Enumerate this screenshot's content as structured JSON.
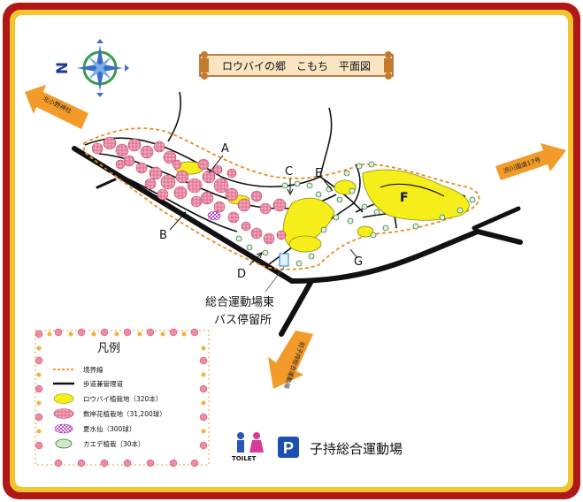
{
  "title": "ロウバイの郷　こもち　平面図",
  "compass": {
    "letter": "N"
  },
  "arrows": {
    "top_left": "北小野神社",
    "right": "渋川国道17号",
    "bottom": "前子持総合運動場"
  },
  "area_labels": [
    "A",
    "B",
    "C",
    "D",
    "E",
    "F",
    "G"
  ],
  "bus_stop": {
    "line1": "総合運動場東",
    "line2": "バス停留所"
  },
  "legend": {
    "title": "凡例",
    "items": [
      {
        "label": "境界線",
        "symbol": "dashed-orange-line"
      },
      {
        "label": "歩道兼管理道",
        "symbol": "black-line"
      },
      {
        "label": "ロウバイ植栽地（320本）",
        "symbol": "yellow-ellipse"
      },
      {
        "label": "数岸花植栽地（31,200球）",
        "symbol": "pink-ellipse"
      },
      {
        "label": "夏水仙（300球）",
        "symbol": "purple-checker-ellipse"
      },
      {
        "label": "カエデ植栽（30本）",
        "symbol": "green-circle"
      }
    ]
  },
  "facilities": {
    "toilet": "TOILET",
    "parking": "P",
    "name": "子持総合運動場"
  },
  "colors": {
    "frame": "#b01818",
    "frame_inner": "#f4c430",
    "yellow": "#f5ee1a",
    "pink": "#f29ab0",
    "arrow_orange": "#f29a2a",
    "boundary": "#f08a1c"
  }
}
